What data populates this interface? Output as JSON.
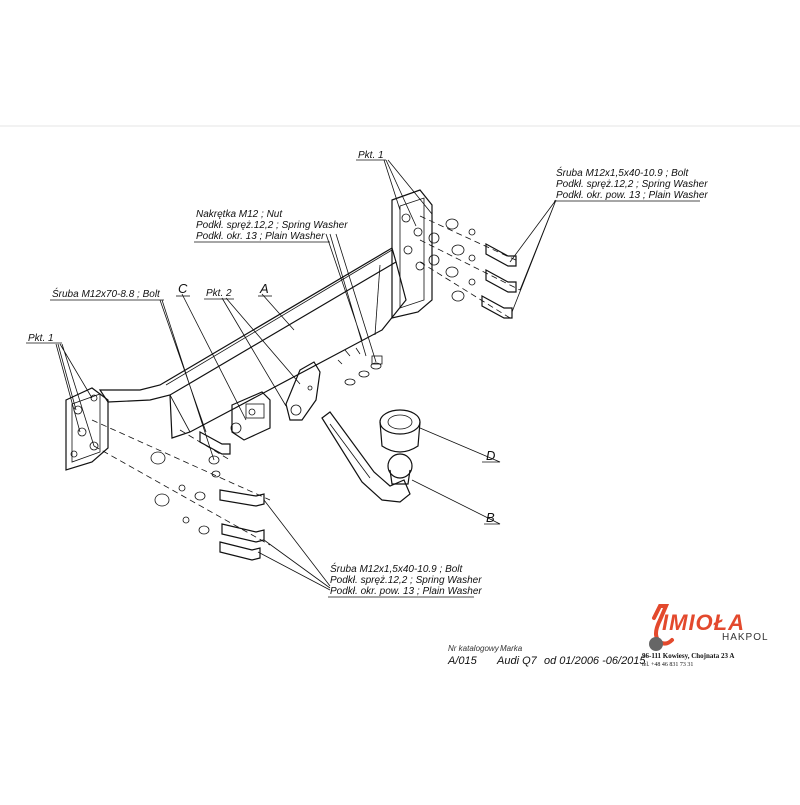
{
  "labels": {
    "pkt1_top": "Pkt. 1",
    "pkt1_left": "Pkt. 1",
    "pkt2": "Pkt. 2",
    "letter_a": "A",
    "letter_b": "B",
    "letter_c": "C",
    "letter_d": "D",
    "nut_lines": [
      "Nakrętka M12 ; Nut",
      "Podkł. spręż.12,2 ; Spring Washer",
      "Podkł. okr. 13 ; Plain Washer"
    ],
    "bolt_m12x70": "Śruba M12x70-8.8 ;  Bolt",
    "bolt_right_lines": [
      "Śruba M12x1,5x40-10.9 ;  Bolt",
      "Podkł. spręż.12,2 ; Spring Washer",
      "Podkł. okr. pow. 13 ; Plain Washer"
    ],
    "bolt_bottom_lines": [
      "Śruba M12x1,5x40-10.9 ;  Bolt",
      "Podkł. spręż.12,2 ; Spring Washer",
      "Podkł. okr. pow. 13 ; Plain Washer"
    ]
  },
  "title_block": {
    "catalog_label": "Nr katalogowy",
    "catalog_value": "A/015",
    "brand_label": "Marka",
    "brand_value": "Audi Q7",
    "years": "od 01/2006 -06/2015"
  },
  "company": {
    "logo": "IMIOŁA",
    "logo_sub": "HAKPOL",
    "address": "96-111 Kowiesy, Chojnata 23 A",
    "phone": "tel. +48 46 831 73 31"
  },
  "colors": {
    "brand_red": "#e3492d",
    "line": "#111111"
  }
}
